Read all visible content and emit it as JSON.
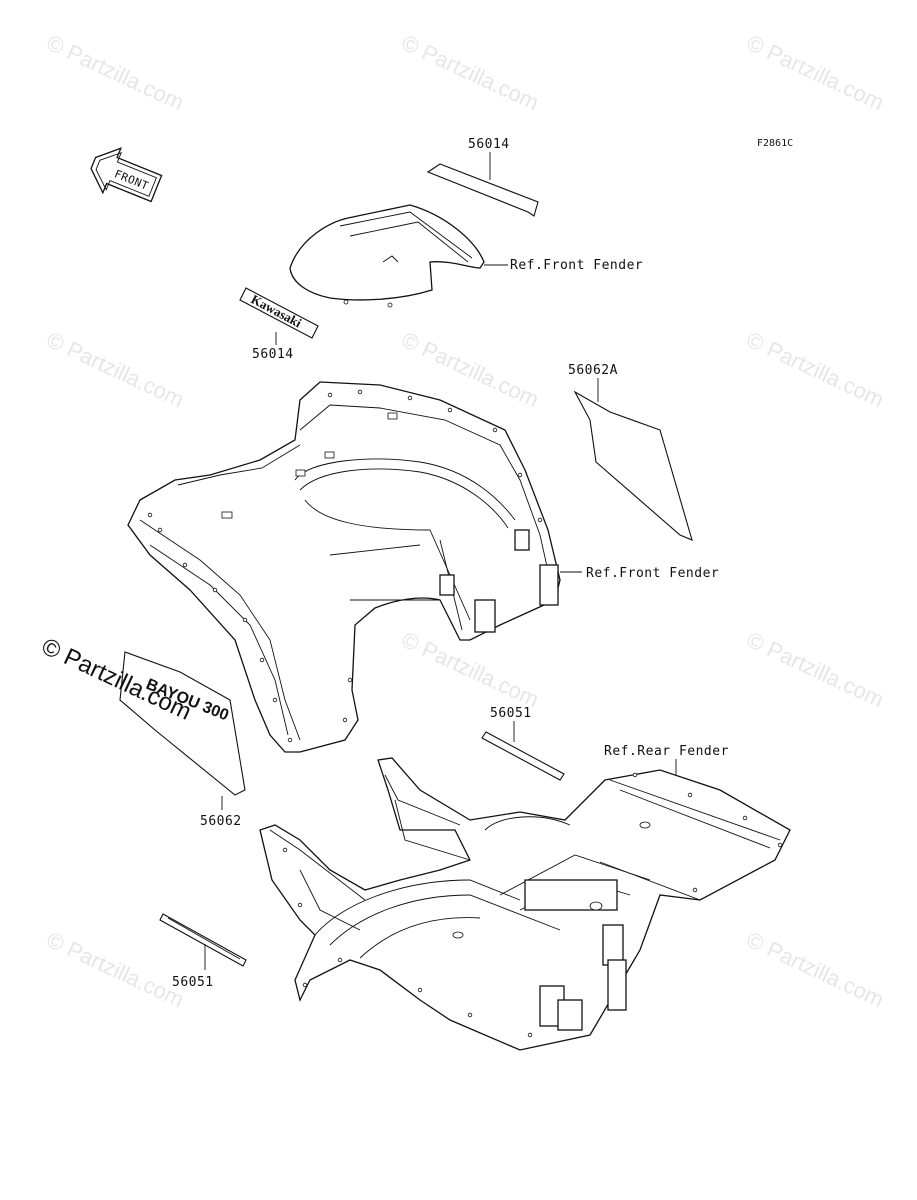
{
  "diagram_code": "F2861C",
  "front_arrow_label": "FRONT",
  "watermark": "© Partzilla.com",
  "callouts": {
    "top_decal": "56014",
    "kawasaki_decal": "56014",
    "side_decal": "56062A",
    "left_decal": "56062",
    "rear_strip": "56051",
    "bottom_strip": "56051",
    "ref_front_fender_top": "Ref.Front Fender",
    "ref_front_fender_mid": "Ref.Front Fender",
    "ref_rear_fender": "Ref.Rear Fender"
  },
  "decal_texts": {
    "kawasaki": "Kawasaki",
    "bayou": "BAYOU 300"
  }
}
